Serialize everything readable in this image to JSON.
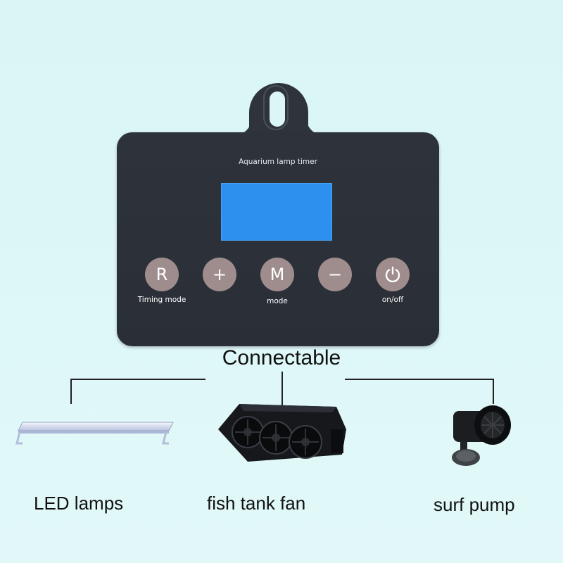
{
  "device": {
    "title": "Aquarium lamp timer",
    "buttons": [
      {
        "glyph": "R",
        "label": "Timing mode"
      },
      {
        "glyph": "+",
        "label": ""
      },
      {
        "glyph": "M",
        "label": "mode"
      },
      {
        "glyph": "−",
        "label": ""
      },
      {
        "glyph": "⏻",
        "label": "on/off"
      }
    ],
    "colors": {
      "body": "#2e333b",
      "screen": "#2e90ee",
      "button": "#9f8d8d"
    }
  },
  "connectable": {
    "title": "Connectable",
    "items": [
      {
        "label": "LED lamps",
        "icon": "led-lamp-icon"
      },
      {
        "label": "fish tank fan",
        "icon": "fan-icon"
      },
      {
        "label": "surf pump",
        "icon": "wave-pump-icon"
      }
    ]
  }
}
